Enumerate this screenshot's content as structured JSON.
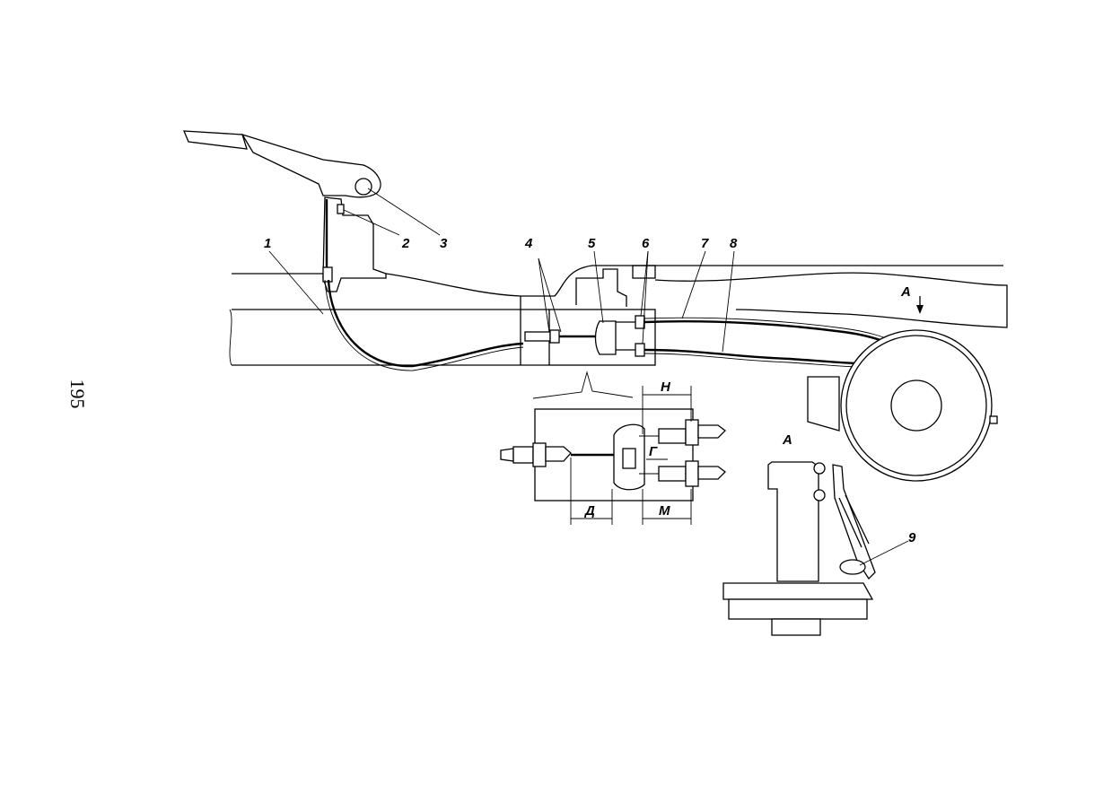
{
  "page_number": "195",
  "callouts": [
    "1",
    "2",
    "3",
    "4",
    "5",
    "6",
    "7",
    "8",
    "9"
  ],
  "view_label": "А",
  "detail_view_label": "А",
  "dimensions": {
    "H": "Н",
    "G": "Г",
    "D": "Д",
    "M": "М"
  }
}
